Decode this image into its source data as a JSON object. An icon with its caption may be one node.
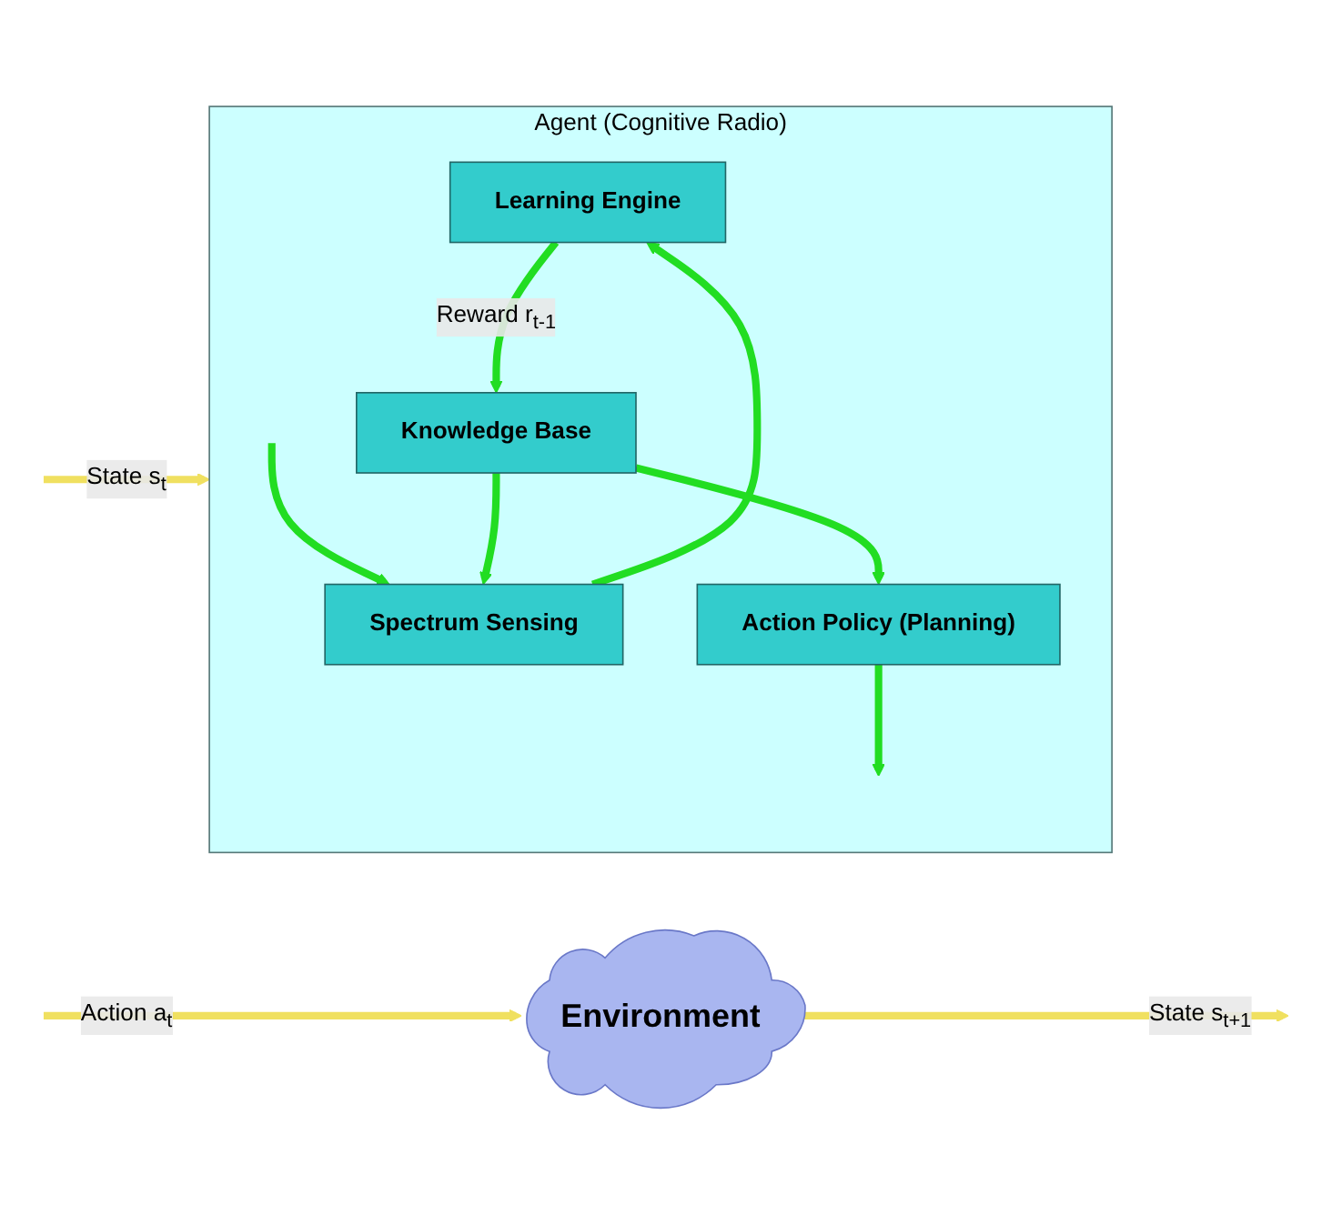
{
  "diagram": {
    "nodes": [
      {
        "text": [
          "Environment"
        ]
      },
      {
        "text": [
          "Agent (Cognitive Radio)"
        ]
      },
      {
        "text": [
          "Learning Engine"
        ],
        "in": 1
      },
      {
        "text": [
          "Spectrum Sensing"
        ],
        "in": 1
      },
      {
        "text": [
          "Knowledge Base"
        ],
        "in": 1
      },
      {
        "text": [
          "Action Policy (Planning)"
        ],
        "in": 1
      }
    ],
    "edges": [
      {
        "from": 0,
        "to": null,
        "arrow": "to",
        "label": "State s$_{t+1}$",
        "color": "#f0e060"
      },
      {
        "from": null,
        "to": 1,
        "arrow": "to",
        "label": "State s$_{t}$",
        "color": "#f0e060"
      },
      {
        "from": null,
        "to": 3,
        "arrow": "to"
      },
      {
        "from": 3,
        "to": 2,
        "arrow": "to"
      },
      {
        "from": 2,
        "to": 4,
        "arrow": "to",
        "label": "Reward r$_{t-1}$"
      },
      {
        "from": 4,
        "to": 3,
        "arrow": "to"
      },
      {
        "from": 4,
        "to": 5,
        "arrow": "to"
      },
      {
        "from": 5,
        "to": null,
        "arrow": "to"
      },
      {
        "from": null,
        "to": 0,
        "arrow": "to",
        "label": "Action a$_{t}$",
        "color": "#f0e060"
      }
    ]
  }
}
